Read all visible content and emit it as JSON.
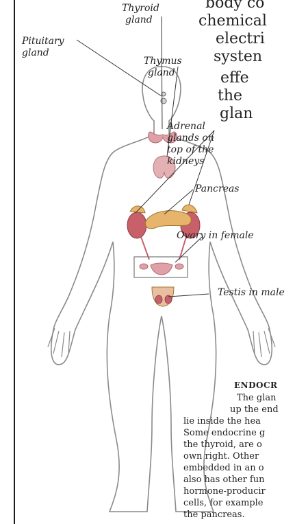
{
  "body_text": [
    "body co",
    "chemical",
    "electri",
    "systen",
    "effe",
    "the",
    "glan"
  ],
  "labels": {
    "pituitary": [
      "Pituitary",
      "gland"
    ],
    "thyroid": [
      "Thyroid",
      "gland"
    ],
    "thymus": [
      "Thymus",
      "gland"
    ],
    "adrenal": [
      "Adrenal",
      "glands on",
      "top of the",
      "kidneys"
    ],
    "pancreas": "Pancreas",
    "ovary": "Ovary in female",
    "testis": "Testis in male"
  },
  "caption": {
    "title": "ENDOCR",
    "lines": [
      "The glan",
      "up the end",
      "lie inside the hea",
      "Some endocrine g",
      "the thyroid, are o",
      "own right. Other",
      "embedded in an o",
      "also has other fun",
      "hormone-producir",
      "cells, for example",
      "the pancreas."
    ]
  },
  "colors": {
    "figure_outline": "#8a8a8a",
    "gland_pink": "#e0a0a8",
    "gland_red": "#c8606a",
    "pancreas": "#e6b46a",
    "leader_line": "#333333"
  }
}
